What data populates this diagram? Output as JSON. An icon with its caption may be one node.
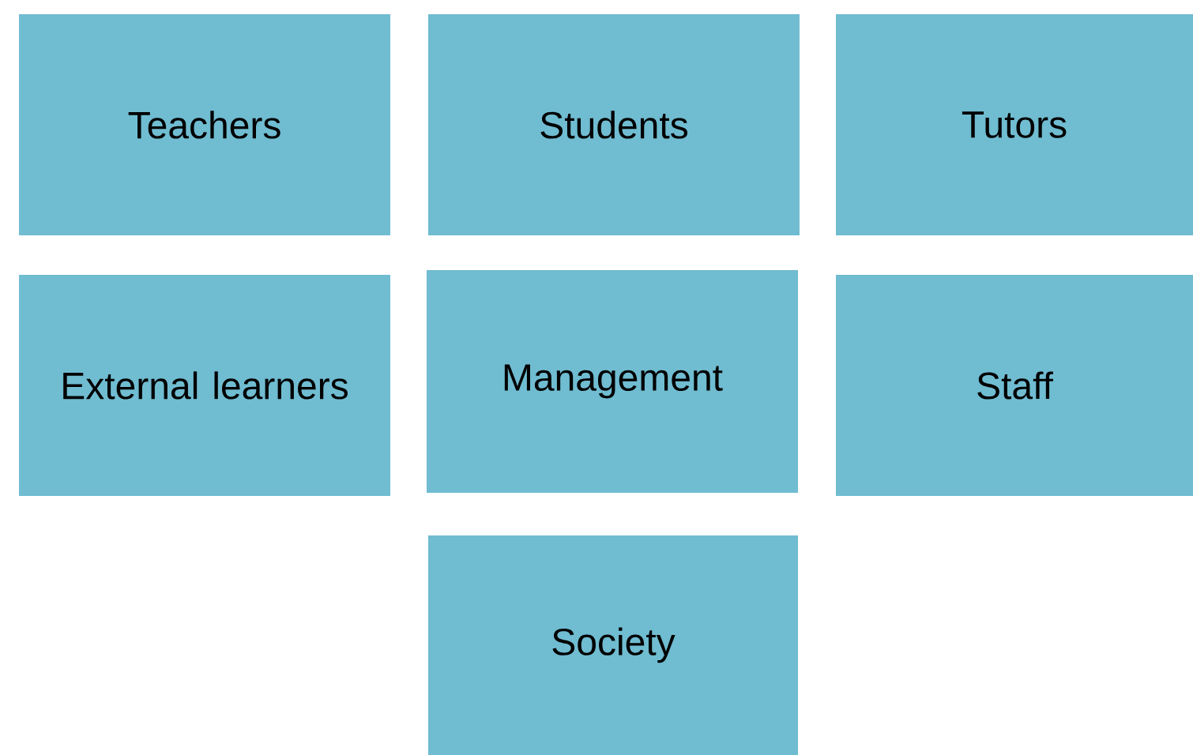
{
  "diagram": {
    "nodes": [
      {
        "text": [
          "Teachers"
        ]
      },
      {
        "text": [
          "Students"
        ]
      },
      {
        "text": [
          "Tutors"
        ]
      },
      {
        "text": [
          "External learners"
        ]
      },
      {
        "text": [
          "Management"
        ]
      },
      {
        "text": [
          "Staff"
        ]
      },
      {
        "text": [
          "Society"
        ]
      }
    ]
  }
}
